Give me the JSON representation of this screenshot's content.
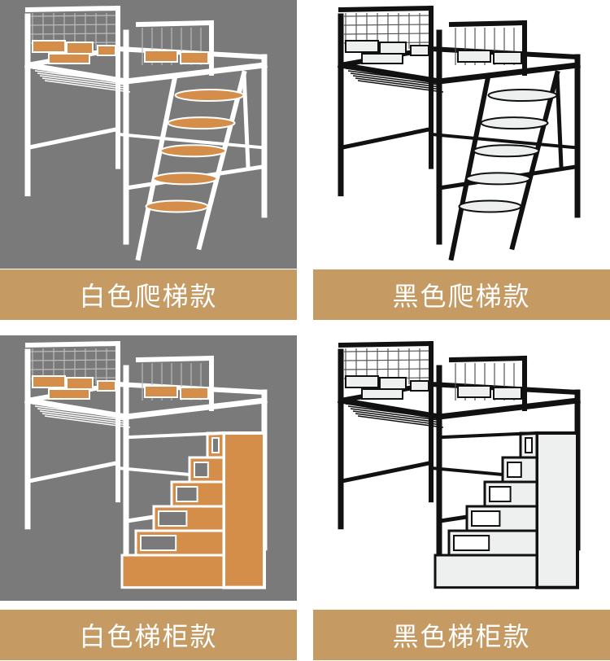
{
  "colors": {
    "caption_bar": "#c59a63",
    "caption_text": "#ffffff",
    "gray_bg": "#7a7a7a",
    "white_bg": "#ffffff",
    "white_frame": "#ffffff",
    "black_frame": "#111111",
    "wood": "#d58e4a",
    "marble": "#eef0ef"
  },
  "variants": [
    {
      "label": "白色爬梯款",
      "frame": "white",
      "stair": "ladder"
    },
    {
      "label": "黑色爬梯款",
      "frame": "black",
      "stair": "ladder"
    },
    {
      "label": "白色梯柜款",
      "frame": "white",
      "stair": "cabinet"
    },
    {
      "label": "黑色梯柜款",
      "frame": "black",
      "stair": "cabinet"
    }
  ]
}
